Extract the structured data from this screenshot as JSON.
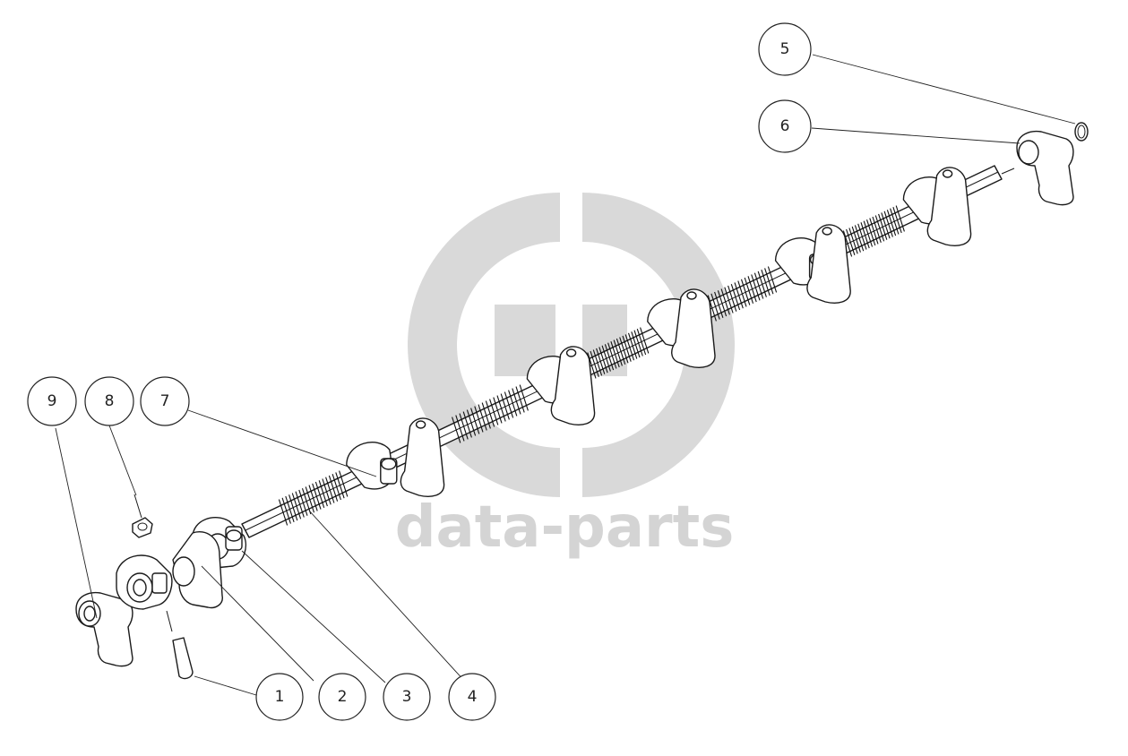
{
  "watermark": {
    "text": "data-parts",
    "color": "#d6d6d6"
  },
  "callouts": [
    {
      "id": "1",
      "label": "1"
    },
    {
      "id": "2",
      "label": "2"
    },
    {
      "id": "3",
      "label": "3"
    },
    {
      "id": "4",
      "label": "4"
    },
    {
      "id": "5",
      "label": "5"
    },
    {
      "id": "6",
      "label": "6"
    },
    {
      "id": "7",
      "label": "7"
    },
    {
      "id": "8",
      "label": "8"
    },
    {
      "id": "9",
      "label": "9"
    }
  ]
}
